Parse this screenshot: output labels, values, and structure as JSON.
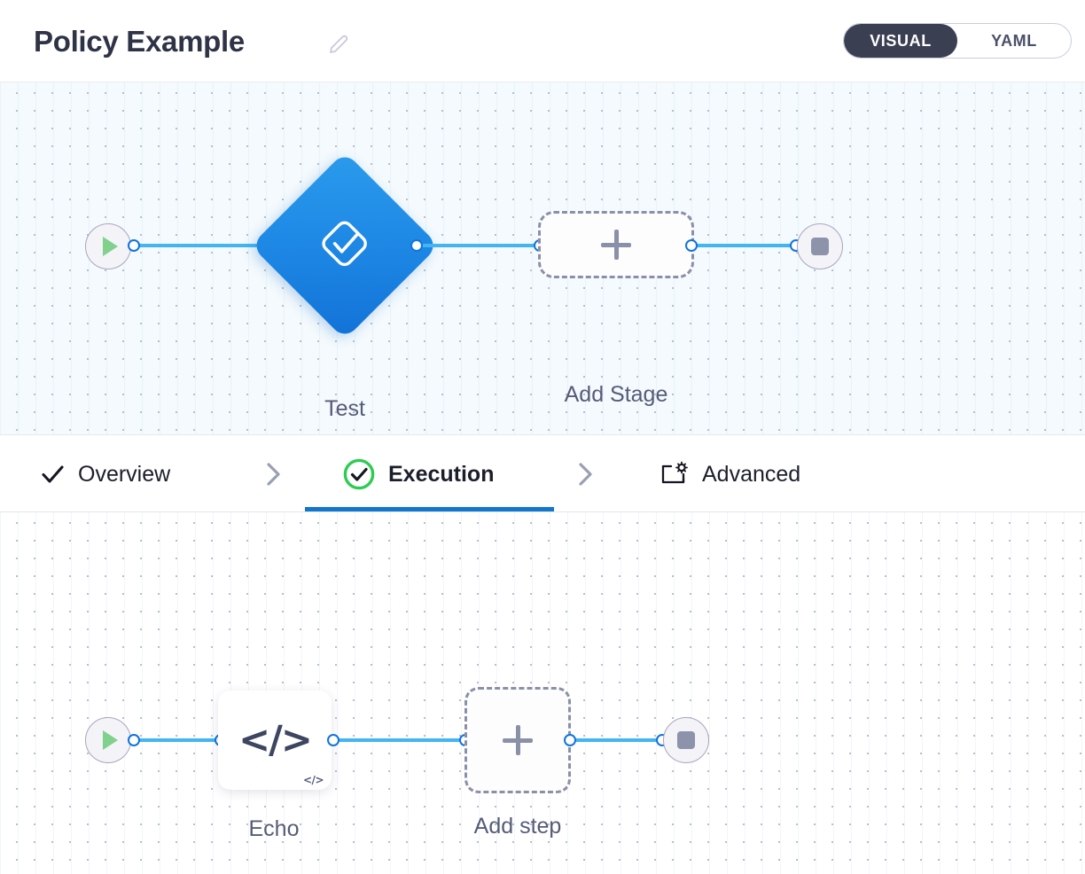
{
  "header": {
    "title": "Policy Example",
    "edit_icon": "pencil-icon",
    "mode_toggle": {
      "options": [
        {
          "label": "VISUAL",
          "active": true
        },
        {
          "label": "YAML",
          "active": false
        }
      ]
    }
  },
  "stage_canvas": {
    "start_node": {
      "icon": "play-icon",
      "name": "start"
    },
    "end_node": {
      "icon": "stop-icon",
      "name": "end"
    },
    "stages": [
      {
        "label": "Test",
        "type": "stage",
        "icon": "checkbox-check-icon",
        "color": "#1f8ae6"
      }
    ],
    "add_stage": {
      "label": "Add Stage",
      "icon": "plus-icon"
    }
  },
  "tabs": [
    {
      "label": "Overview",
      "icon": "check-icon",
      "active": false
    },
    {
      "label": "Execution",
      "icon": "check-circle-icon",
      "active": true
    },
    {
      "label": "Advanced",
      "icon": "window-gear-icon",
      "active": false
    }
  ],
  "tab_separator": "chevron-right-icon",
  "step_canvas": {
    "start_node": {
      "icon": "play-icon",
      "name": "start"
    },
    "end_node": {
      "icon": "stop-icon",
      "name": "end"
    },
    "steps": [
      {
        "label": "Echo",
        "icon": "code-icon",
        "badge": "</>"
      }
    ],
    "add_step": {
      "label": "Add step",
      "icon": "plus-icon"
    }
  },
  "colors": {
    "accent_blue": "#1277cc",
    "edge_blue": "#43b5f0",
    "port_blue": "#1273dd",
    "stage_blue": "#1f8ae6",
    "green_check": "#2ecc52",
    "play_green": "#7fd18c",
    "dark_pill": "#3b3f52",
    "label_gray": "#555c78"
  }
}
